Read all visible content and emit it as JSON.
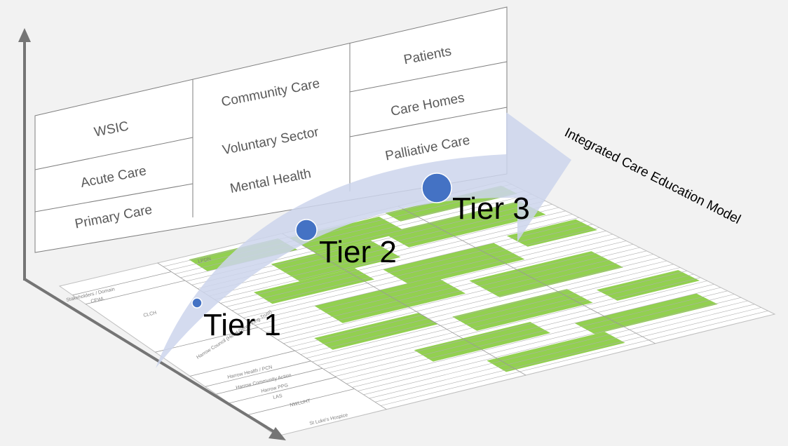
{
  "title": "Integrated Care Education Model",
  "wall": {
    "columns": [
      [
        "WSIC",
        "Acute Care",
        "Primary Care"
      ],
      [
        "Community Care",
        "Voluntary Sector",
        "Mental Health"
      ],
      [
        "Patients",
        "Care Homes",
        "Palliative Care"
      ]
    ]
  },
  "floor": {
    "header_rows": [
      "Stakeholders / Domain",
      "CEWL"
    ],
    "column_header": "LPDN",
    "row_labels": [
      "CLCH",
      "Harrow Council (Head Derek King Trust)",
      "Harrow Health / PCN",
      "Harrow Community Action",
      "Harrow PPG",
      "LAS",
      "NWLUHT",
      "St Luke's Hospice"
    ]
  },
  "tiers": [
    {
      "label": "Tier 1"
    },
    {
      "label": "Tier 2"
    },
    {
      "label": "Tier 3"
    }
  ],
  "colors": {
    "background": "#f2f2f2",
    "arrow": "#cdd5ec",
    "dot": "#4472c4",
    "green": "#92d050",
    "axis": "#757575",
    "line": "#8c8c8c"
  }
}
